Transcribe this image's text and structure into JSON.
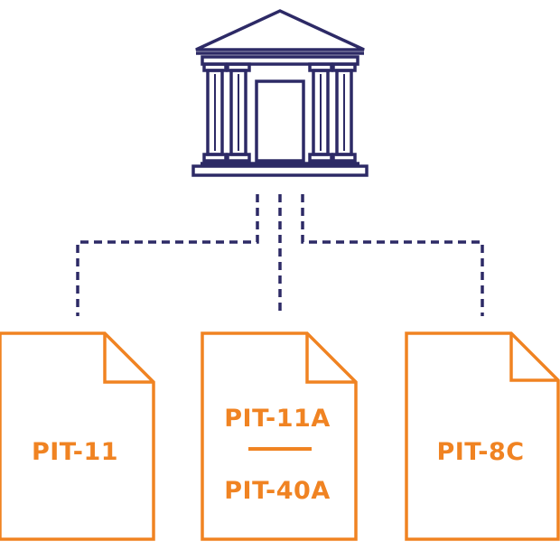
{
  "colors": {
    "building": "#2d2a66",
    "document": "#f08322",
    "background": "#ffffff"
  },
  "icons": {
    "institution": "bank-building-icon",
    "document": "document-icon"
  },
  "documents": {
    "left": {
      "label": "PIT-11"
    },
    "center": {
      "label_top": "PIT-11A",
      "label_bottom": "PIT-40A"
    },
    "right": {
      "label": "PIT-8C"
    }
  }
}
